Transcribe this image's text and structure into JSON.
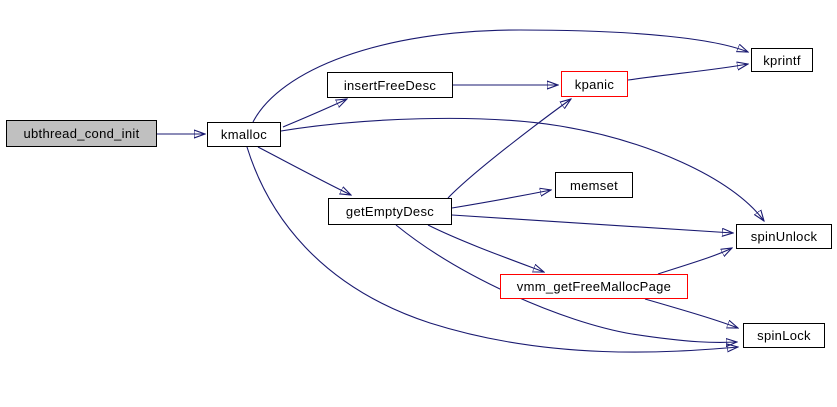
{
  "diagram": {
    "type": "call-graph",
    "colors": {
      "edge": "#191970",
      "node_border": "#000000",
      "highlight_border": "#ff0000",
      "root_fill": "#c0c0c0",
      "node_fill": "#ffffff",
      "background": "#ffffff"
    },
    "nodes": [
      {
        "id": "ubthread_cond_init",
        "label": "ubthread_cond_init",
        "kind": "root"
      },
      {
        "id": "kmalloc",
        "label": "kmalloc",
        "kind": "normal"
      },
      {
        "id": "insertFreeDesc",
        "label": "insertFreeDesc",
        "kind": "normal"
      },
      {
        "id": "kpanic",
        "label": "kpanic",
        "kind": "highlighted"
      },
      {
        "id": "kprintf",
        "label": "kprintf",
        "kind": "normal"
      },
      {
        "id": "getEmptyDesc",
        "label": "getEmptyDesc",
        "kind": "normal"
      },
      {
        "id": "memset",
        "label": "memset",
        "kind": "normal"
      },
      {
        "id": "spinUnlock",
        "label": "spinUnlock",
        "kind": "normal"
      },
      {
        "id": "vmm_getFreeMallocPage",
        "label": "vmm_getFreeMallocPage",
        "kind": "highlighted"
      },
      {
        "id": "spinLock",
        "label": "spinLock",
        "kind": "normal"
      }
    ],
    "edges": [
      {
        "from": "ubthread_cond_init",
        "to": "kmalloc"
      },
      {
        "from": "kmalloc",
        "to": "insertFreeDesc"
      },
      {
        "from": "kmalloc",
        "to": "kprintf"
      },
      {
        "from": "kmalloc",
        "to": "getEmptyDesc"
      },
      {
        "from": "kmalloc",
        "to": "spinUnlock"
      },
      {
        "from": "kmalloc",
        "to": "spinLock"
      },
      {
        "from": "insertFreeDesc",
        "to": "kpanic"
      },
      {
        "from": "kpanic",
        "to": "kprintf"
      },
      {
        "from": "getEmptyDesc",
        "to": "kpanic"
      },
      {
        "from": "getEmptyDesc",
        "to": "memset"
      },
      {
        "from": "getEmptyDesc",
        "to": "spinUnlock"
      },
      {
        "from": "getEmptyDesc",
        "to": "vmm_getFreeMallocPage"
      },
      {
        "from": "getEmptyDesc",
        "to": "spinLock"
      },
      {
        "from": "vmm_getFreeMallocPage",
        "to": "spinUnlock"
      },
      {
        "from": "vmm_getFreeMallocPage",
        "to": "spinLock"
      }
    ]
  }
}
